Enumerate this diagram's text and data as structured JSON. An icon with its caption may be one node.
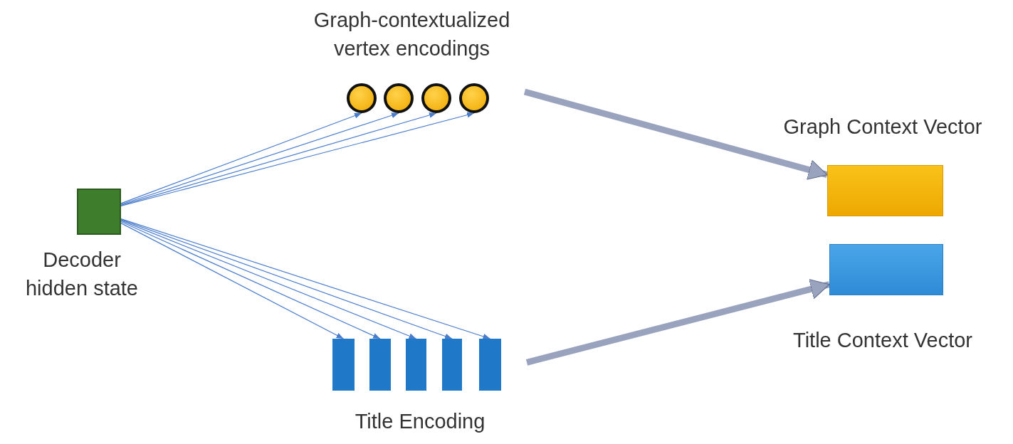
{
  "diagram": {
    "nodes": [
      {
        "text": [
          "Decoder hidden state"
        ]
      },
      {
        "text": [
          "Graph-contextualized vertex encodings"
        ]
      },
      {
        "text": [],
        "shape": "circle",
        "in": 1
      },
      {
        "text": [],
        "shape": "circle",
        "in": 1
      },
      {
        "text": [],
        "shape": "circle",
        "in": 1
      },
      {
        "text": [],
        "shape": "circle",
        "in": 1
      },
      {
        "text": [
          "Title Encoding"
        ]
      },
      {
        "text": [],
        "shape": "bar",
        "in": 6
      },
      {
        "text": [],
        "shape": "bar",
        "in": 6
      },
      {
        "text": [],
        "shape": "bar",
        "in": 6
      },
      {
        "text": [],
        "shape": "bar",
        "in": 6
      },
      {
        "text": [],
        "shape": "bar",
        "in": 6
      },
      {
        "text": [
          "Graph Context Vector"
        ]
      },
      {
        "text": [
          "Title Context Vector"
        ]
      }
    ],
    "edges": [
      {
        "from": 0,
        "to": 2,
        "arrow": "to"
      },
      {
        "from": 0,
        "to": 3,
        "arrow": "to"
      },
      {
        "from": 0,
        "to": 4,
        "arrow": "to"
      },
      {
        "from": 0,
        "to": 5,
        "arrow": "to"
      },
      {
        "from": 0,
        "to": 7,
        "arrow": "to"
      },
      {
        "from": 0,
        "to": 8,
        "arrow": "to"
      },
      {
        "from": 0,
        "to": 9,
        "arrow": "to"
      },
      {
        "from": 0,
        "to": 10,
        "arrow": "to"
      },
      {
        "from": 0,
        "to": 11,
        "arrow": "to"
      },
      {
        "from": 1,
        "to": 12,
        "arrow": "to",
        "style": "thick",
        "color": "#9aa3bd"
      },
      {
        "from": 6,
        "to": 13,
        "arrow": "to",
        "style": "thick",
        "color": "#9aa3bd"
      }
    ]
  }
}
